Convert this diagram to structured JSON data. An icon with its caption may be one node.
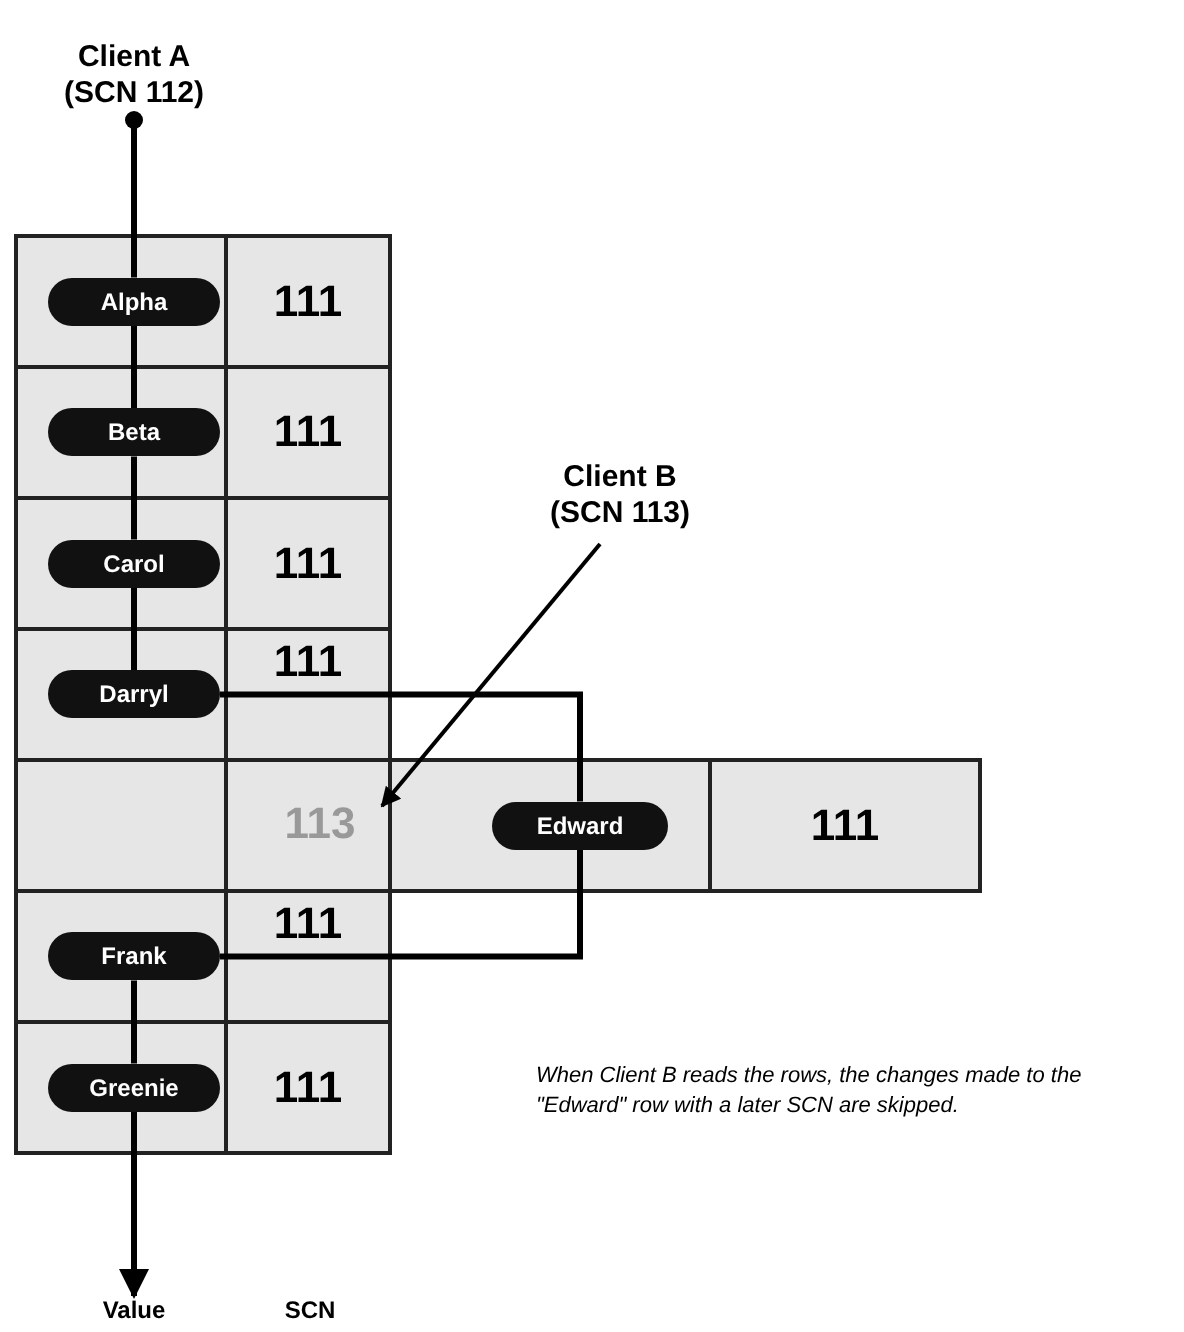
{
  "diagram": {
    "nodes": [
      {
        "text": [
          "Client A (SCN 112)"
        ]
      },
      {
        "text": [
          "Alpha"
        ]
      },
      {
        "text": [
          "Beta"
        ]
      },
      {
        "text": [
          "Carol"
        ]
      },
      {
        "text": [
          "Darryl"
        ]
      },
      {
        "text": [
          "Client B (SCN 113)"
        ]
      },
      {
        "text": [
          "113"
        ]
      },
      {
        "text": [
          "Edward"
        ]
      },
      {
        "text": [
          "Frank"
        ]
      },
      {
        "text": [
          "Greenie"
        ]
      },
      {
        "text": [
          "Value"
        ]
      }
    ],
    "edges": [
      {
        "from": 0,
        "to": 1,
        "arrow": "other"
      },
      {
        "from": 1,
        "to": 2,
        "arrow": "none"
      },
      {
        "from": 2,
        "to": 3,
        "arrow": "none"
      },
      {
        "from": 3,
        "to": 4,
        "arrow": "none"
      },
      {
        "from": 4,
        "to": 7,
        "arrow": "none"
      },
      {
        "from": 7,
        "to": 8,
        "arrow": "none"
      },
      {
        "from": 8,
        "to": 9,
        "arrow": "none"
      },
      {
        "from": 9,
        "to": 10,
        "arrow": "to"
      },
      {
        "from": 5,
        "to": 6,
        "arrow": "to"
      }
    ],
    "labels": [
      "111",
      "111",
      "111",
      "111",
      "111",
      "111",
      "111",
      "When Client B reads the rows, the changes made to the \"Edward\" row with a later SCN are skipped.",
      "SCN"
    ]
  }
}
